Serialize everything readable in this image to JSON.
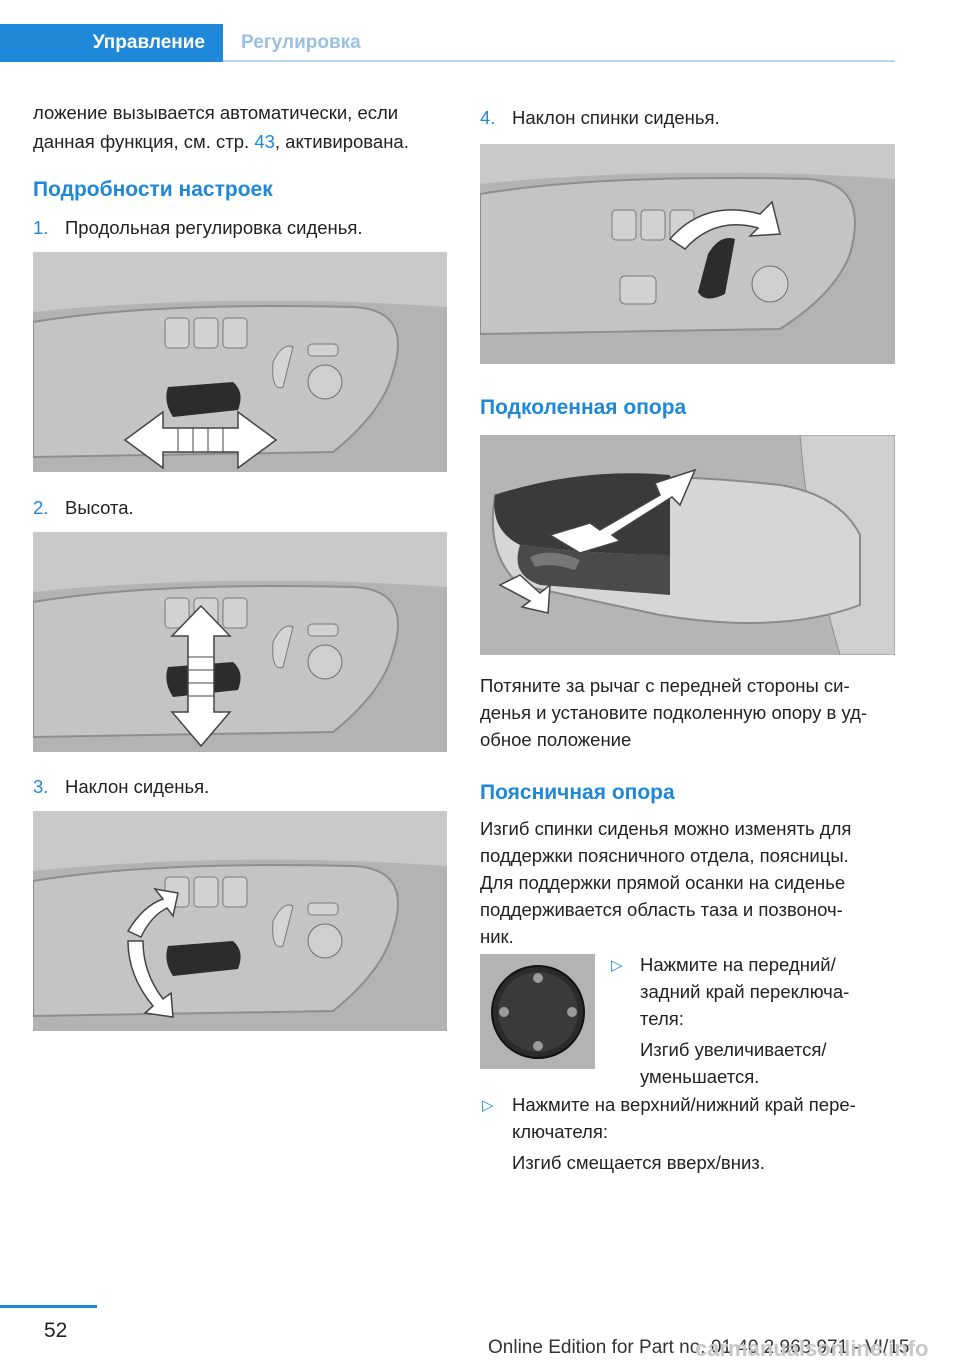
{
  "header": {
    "tab_active": "Управление",
    "tab_inactive": "Регулировка"
  },
  "intro": {
    "line1": "ложение вызывается автоматически, если",
    "line2_pre": "данная функция, см. стр. ",
    "line2_link": "43",
    "line2_post": ", активирована."
  },
  "settings": {
    "heading": "Подробности настроек",
    "items": [
      {
        "num": "1.",
        "label": "Продольная регулировка сиденья."
      },
      {
        "num": "2.",
        "label": "Высота."
      },
      {
        "num": "3.",
        "label": "Наклон сиденья."
      },
      {
        "num": "4.",
        "label": "Наклон спинки сиденья."
      }
    ]
  },
  "knee": {
    "heading": "Подколенная опора",
    "lines": [
      "Потяните за рычаг с передней стороны си-",
      "денья и установите подколенную опору в уд-",
      "обное положение"
    ]
  },
  "lumbar": {
    "heading": "Поясничная опора",
    "lines": [
      "Изгиб спинки сиденья можно изменять для",
      "поддержки поясничного отдела, поясницы.",
      "Для поддержки прямой осанки на сиденье",
      "поддерживается область таза и позвоноч-",
      "ник."
    ],
    "bullets": [
      {
        "marker": "▷",
        "lines": [
          "Нажмите на передний/",
          "задний край переключа-",
          "теля:"
        ],
        "result": [
          "Изгиб увеличивается/",
          "уменьшается."
        ]
      },
      {
        "marker": "▷",
        "lines": [
          "Нажмите на верхний/нижний край пере-",
          "ключателя:"
        ],
        "result": [
          "Изгиб смещается вверх/вниз."
        ]
      }
    ]
  },
  "footer": {
    "page": "52",
    "edition": "Online Edition for Part no. 01 40 2 963 971 - VI/15",
    "watermark": "carmanualsonline.info"
  },
  "colors": {
    "accent": "#1f88d8",
    "figure_bg": "#b4b4b4"
  }
}
